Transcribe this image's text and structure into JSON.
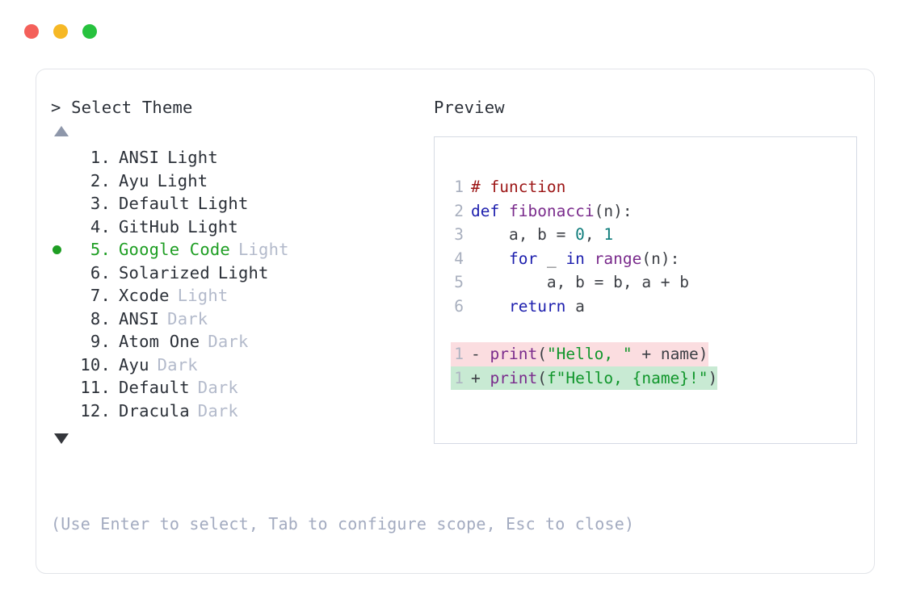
{
  "titlebar": {
    "close_label": "close",
    "minimize_label": "minimize",
    "maximize_label": "maximize",
    "colors": {
      "close": "#F4605A",
      "minimize": "#F6B825",
      "maximize": "#27C23E"
    }
  },
  "left": {
    "prompt": "> Select Theme",
    "scroll_up_icon": "triangle-up-icon",
    "scroll_down_icon": "triangle-down-icon",
    "selected_index": 5,
    "selected_color": "#1E9E23",
    "items": [
      {
        "number": "1.",
        "name": "ANSI",
        "variant": "Light",
        "variant_muted": false,
        "selected": false
      },
      {
        "number": "2.",
        "name": "Ayu",
        "variant": "Light",
        "variant_muted": false,
        "selected": false
      },
      {
        "number": "3.",
        "name": "Default",
        "variant": "Light",
        "variant_muted": false,
        "selected": false
      },
      {
        "number": "4.",
        "name": "GitHub",
        "variant": "Light",
        "variant_muted": false,
        "selected": false
      },
      {
        "number": "5.",
        "name": "Google Code",
        "variant": "Light",
        "variant_muted": true,
        "selected": true
      },
      {
        "number": "6.",
        "name": "Solarized",
        "variant": "Light",
        "variant_muted": false,
        "selected": false
      },
      {
        "number": "7.",
        "name": "Xcode",
        "variant": "Light",
        "variant_muted": true,
        "selected": false
      },
      {
        "number": "8.",
        "name": "ANSI",
        "variant": "Dark",
        "variant_muted": true,
        "selected": false
      },
      {
        "number": "9.",
        "name": "Atom One",
        "variant": "Dark",
        "variant_muted": true,
        "selected": false
      },
      {
        "number": "10.",
        "name": "Ayu",
        "variant": "Dark",
        "variant_muted": true,
        "selected": false
      },
      {
        "number": "11.",
        "name": "Default",
        "variant": "Dark",
        "variant_muted": true,
        "selected": false
      },
      {
        "number": "12.",
        "name": "Dracula",
        "variant": "Dark",
        "variant_muted": true,
        "selected": false
      }
    ],
    "hint": "(Use Enter to select, Tab to configure scope, Esc to close)"
  },
  "right": {
    "label": "Preview",
    "code_lines": [
      {
        "ln": "1",
        "tokens": [
          {
            "t": "# function",
            "c": "t-comment"
          }
        ]
      },
      {
        "ln": "2",
        "tokens": [
          {
            "t": "def ",
            "c": "t-keyword"
          },
          {
            "t": "fibonacci",
            "c": "t-func"
          },
          {
            "t": "(n):",
            "c": "t-plain"
          }
        ]
      },
      {
        "ln": "3",
        "tokens": [
          {
            "t": "    a, b = ",
            "c": "t-plain"
          },
          {
            "t": "0",
            "c": "t-number"
          },
          {
            "t": ", ",
            "c": "t-plain"
          },
          {
            "t": "1",
            "c": "t-number"
          }
        ]
      },
      {
        "ln": "4",
        "tokens": [
          {
            "t": "    ",
            "c": "t-plain"
          },
          {
            "t": "for",
            "c": "t-keyword"
          },
          {
            "t": " _ ",
            "c": "t-plain"
          },
          {
            "t": "in",
            "c": "t-keyword"
          },
          {
            "t": " ",
            "c": "t-plain"
          },
          {
            "t": "range",
            "c": "t-func"
          },
          {
            "t": "(n):",
            "c": "t-plain"
          }
        ]
      },
      {
        "ln": "5",
        "tokens": [
          {
            "t": "        a, b = b, a + b",
            "c": "t-plain"
          }
        ]
      },
      {
        "ln": "6",
        "tokens": [
          {
            "t": "    ",
            "c": "t-plain"
          },
          {
            "t": "return",
            "c": "t-keyword"
          },
          {
            "t": " a",
            "c": "t-plain"
          }
        ]
      }
    ],
    "diff_lines": [
      {
        "ln": "1",
        "marker": "- ",
        "kind": "del",
        "bg": "#FBDDE0",
        "tokens": [
          {
            "t": "print",
            "c": "t-func"
          },
          {
            "t": "(",
            "c": "t-plain"
          },
          {
            "t": "\"Hello, \"",
            "c": "t-string"
          },
          {
            "t": " + name)",
            "c": "t-plain"
          }
        ]
      },
      {
        "ln": "1",
        "marker": "+ ",
        "kind": "add",
        "bg": "#C8EAD3",
        "tokens": [
          {
            "t": "print",
            "c": "t-func"
          },
          {
            "t": "(",
            "c": "t-plain"
          },
          {
            "t": "f\"Hello, {name}!\"",
            "c": "t-string"
          },
          {
            "t": ")",
            "c": "t-plain"
          }
        ]
      }
    ]
  },
  "theme_colors": {
    "comment": "#9C1515",
    "keyword": "#1D1FAE",
    "function": "#7A2B8C",
    "number": "#0E7C7B",
    "string": "#10962B",
    "plain": "#3C3F45",
    "line_number": "#A8AFBE"
  }
}
